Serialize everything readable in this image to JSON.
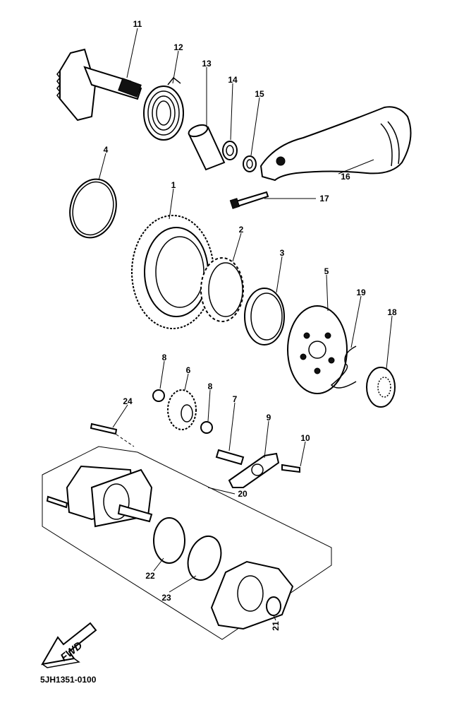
{
  "diagram": {
    "diagram_code": "5JH1351-0100",
    "direction_arrow": "FWD",
    "callouts": [
      "11",
      "12",
      "13",
      "14",
      "15",
      "16",
      "17",
      "4",
      "1",
      "2",
      "3",
      "5",
      "19",
      "18",
      "8",
      "6",
      "8",
      "7",
      "9",
      "10",
      "24",
      "20",
      "22",
      "23",
      "21"
    ]
  }
}
